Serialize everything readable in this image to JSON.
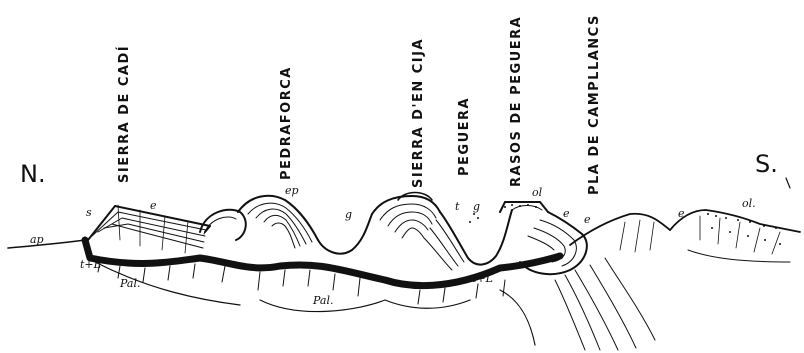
{
  "directions": {
    "north": "N.",
    "south": "S."
  },
  "places": [
    "SIERRA DE CADÍ",
    "PEDRAFORCA",
    "SIERRA D'EN CIJA",
    "PEGUERA",
    "RASOS DE PEGUERA",
    "PLA DE CAMPLLANCS"
  ],
  "units": [
    "ap",
    "s",
    "e",
    "t+L",
    "Pal.",
    "ep",
    "g",
    "Pal.",
    "t",
    "g",
    "ol",
    "t+L",
    "e",
    "e",
    "e",
    "ol."
  ]
}
